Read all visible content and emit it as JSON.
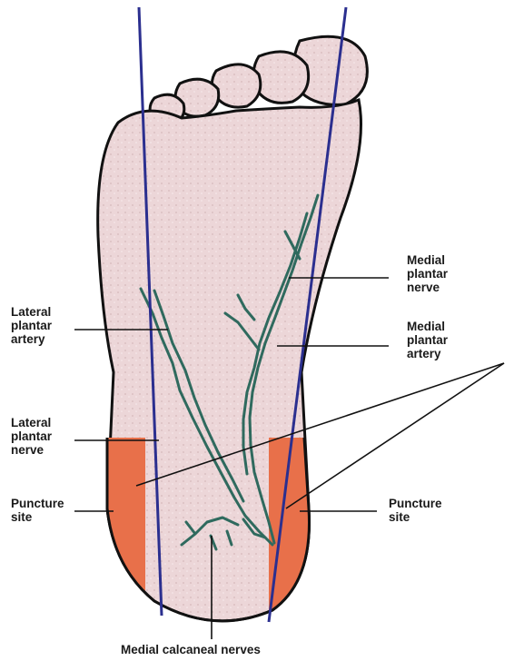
{
  "labels": {
    "lateral_plantar_artery": [
      "Lateral",
      "plantar",
      "artery"
    ],
    "lateral_plantar_nerve": [
      "Lateral",
      "plantar",
      "nerve"
    ],
    "puncture_site_left": [
      "Puncture",
      "site"
    ],
    "medial_plantar_nerve": [
      "Medial",
      "plantar",
      "nerve"
    ],
    "medial_plantar_artery": [
      "Medial",
      "plantar",
      "artery"
    ],
    "puncture_site_right": [
      "Puncture",
      "site"
    ],
    "medial_calcaneal_nerves": "Medial calcaneal nerves"
  },
  "colors": {
    "foot_fill": "#ecd6d8",
    "foot_outline": "#111111",
    "puncture_fill": "#e8704a",
    "guide_line": "#2b2f8f",
    "vessel": "#2f6a5e"
  }
}
